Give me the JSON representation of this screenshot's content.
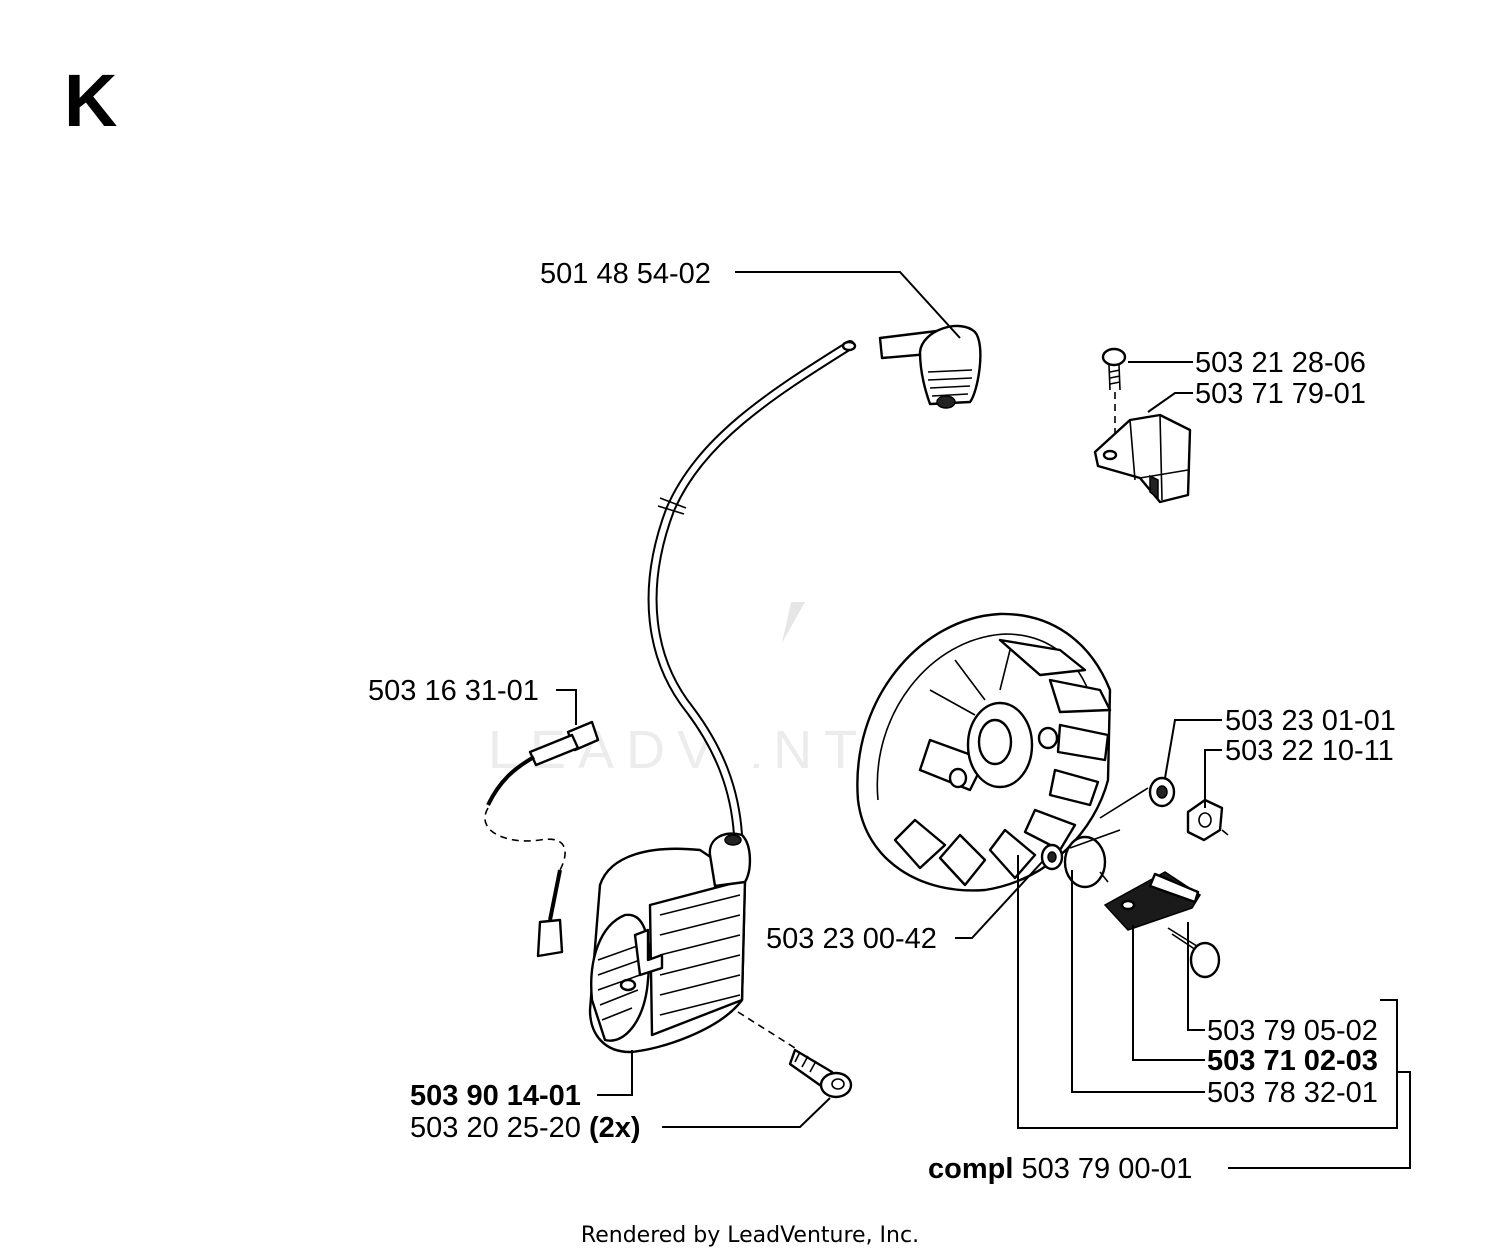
{
  "section_letter": "K",
  "watermark": "LEADVENTURE",
  "footer": "Rendered by LeadVenture, Inc.",
  "labels": {
    "spark_cap": "501 48 54-02",
    "screw_top": "503 21 28-06",
    "bracket": "503 71 79-01",
    "cable_terminal": "503 16 31-01",
    "washer_right": "503 23 01-01",
    "nut": "503 22 10-11",
    "washer_hub": "503 23 00-42",
    "coil": "503 90 14-01",
    "coil_screws_number": "503 20 25-20",
    "coil_screws_qty": "(2x)",
    "pin": "503 79 05-02",
    "pawl": "503 71 02-03",
    "spring": "503 78 32-01",
    "compl_prefix": "compl",
    "compl_number": "503 79 00-01"
  }
}
